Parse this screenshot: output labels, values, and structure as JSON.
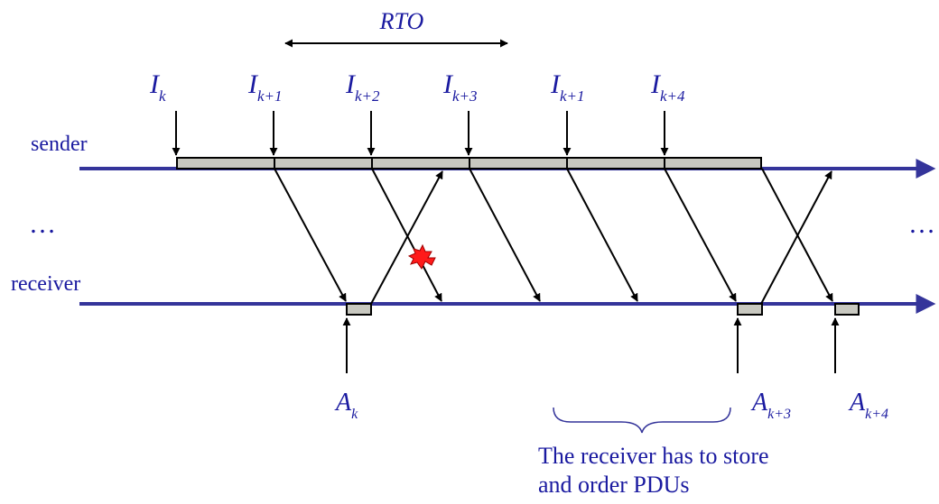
{
  "rto_label": "RTO",
  "sender_label": "sender",
  "receiver_label": "receiver",
  "ellipsis_left": "…",
  "ellipsis_right": "…",
  "sent_frames": [
    {
      "base": "I",
      "sub": "k"
    },
    {
      "base": "I",
      "sub": "k+1"
    },
    {
      "base": "I",
      "sub": "k+2"
    },
    {
      "base": "I",
      "sub": "k+3"
    },
    {
      "base": "I",
      "sub": "k+1"
    },
    {
      "base": "I",
      "sub": "k+4"
    }
  ],
  "acks": [
    {
      "base": "A",
      "sub": "k"
    },
    {
      "base": "A",
      "sub": "k+3"
    },
    {
      "base": "A",
      "sub": "k+4"
    }
  ],
  "note_line1": "The receiver has to store",
  "note_line2": "and order PDUs",
  "colors": {
    "timeline": "#34349a",
    "box_fill": "#c8c8c0",
    "label": "#1a1aa0",
    "loss_burst": "#ff1a1a"
  }
}
